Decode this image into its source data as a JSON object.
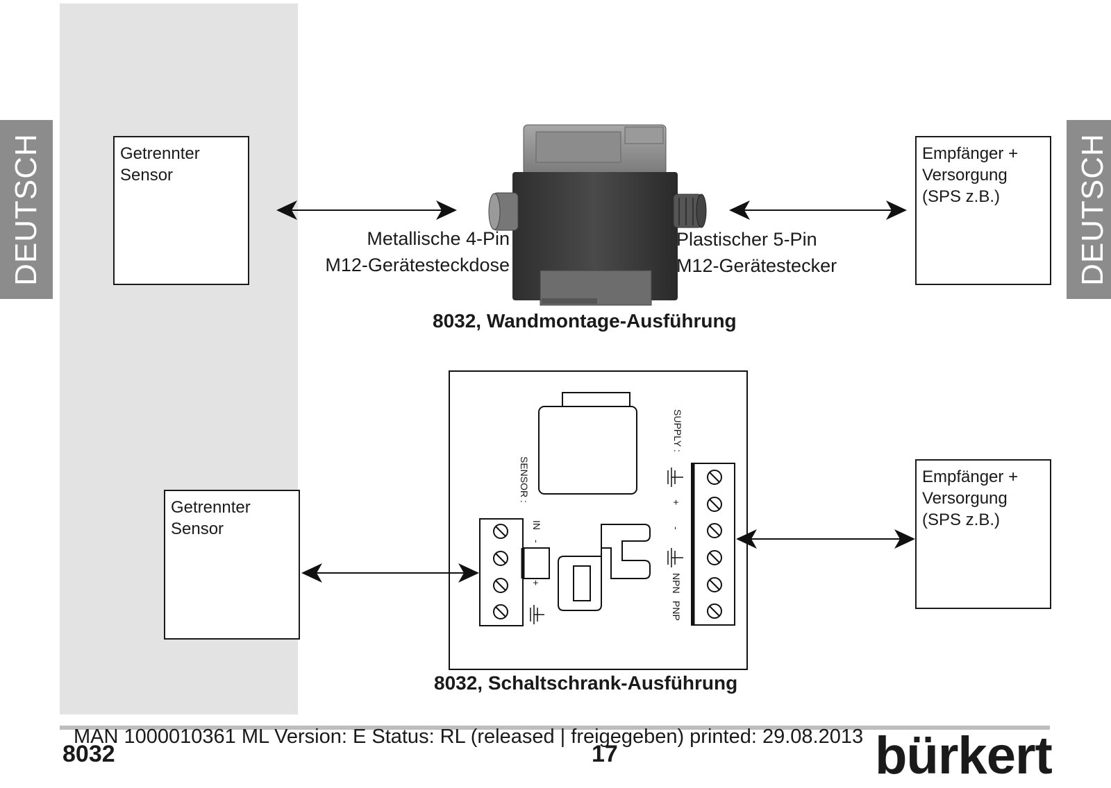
{
  "side_tab_label": "DEUTSCH",
  "wall_mount": {
    "sensor_box": [
      "Getrennter",
      "Sensor"
    ],
    "receiver_box": [
      "Empfänger +",
      "Versorgung",
      "(SPS z.B.)"
    ],
    "left_connector": [
      "Metallische 4-Pin",
      "M12-Gerätesteckdose"
    ],
    "right_connector": [
      "Plastischer 5-Pin",
      "M12-Gerätestecker"
    ],
    "caption": "8032, Wandmontage-Ausführung"
  },
  "cabinet": {
    "sensor_box": [
      "Getrennter",
      "Sensor"
    ],
    "receiver_box": [
      "Empfänger +",
      "Versorgung",
      "(SPS z.B.)"
    ],
    "supply_label": "SUPPLY :",
    "sensor_label": "SENSOR :",
    "terminal_in": "IN",
    "minus": "-",
    "plus": "+",
    "npn": "NPN",
    "pnp": "PNP",
    "caption": "8032, Schaltschrank-Ausführung"
  },
  "footer": {
    "meta": "MAN  1000010361  ML  Version: E Status: RL (released | freigegeben)  printed: 29.08.2013",
    "product": "8032",
    "page": "17",
    "brand": "bürkert"
  }
}
